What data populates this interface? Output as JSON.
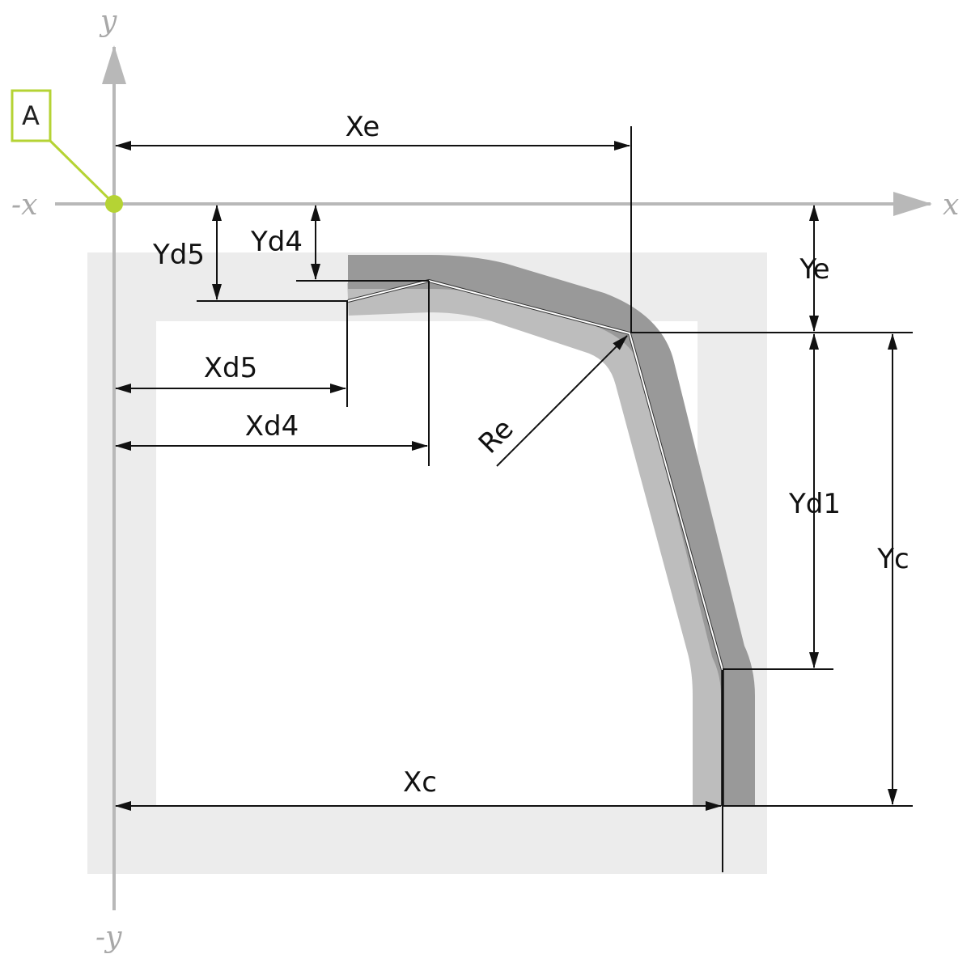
{
  "axes": {
    "x_pos": "x",
    "x_neg": "-x",
    "y_pos": "y",
    "y_neg": "-y",
    "color": "#b8b8b8"
  },
  "origin_callout": {
    "label": "A",
    "color": "#b5d334"
  },
  "dimensions": {
    "xe": "Xe",
    "ye": "Ye",
    "yd4": "Yd4",
    "yd5": "Yd5",
    "xd5": "Xd5",
    "xd4": "Xd4",
    "re": "Re",
    "yd1": "Yd1",
    "yc": "Yc",
    "xc": "Xc"
  },
  "colors": {
    "frame": "#ececec",
    "profile_dark": "#999999",
    "profile_light": "#bdbdbd",
    "dimension": "#111111"
  }
}
